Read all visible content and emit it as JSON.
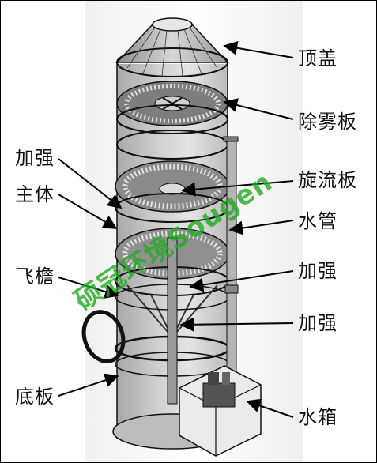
{
  "labels": {
    "top_cover": "顶盖",
    "demister": "除雾板",
    "reinforce_1": "加强",
    "body": "主体",
    "swirl_plate": "旋流板",
    "water_pipe": "水管",
    "reinforce_2": "加强",
    "eave": "飞檐",
    "reinforce_3": "加强",
    "bottom_plate": "底板",
    "water_tank": "水箱"
  },
  "watermark": "硕冠环境Sougen",
  "colors": {
    "line": "#111111",
    "watermark": "#22aa22"
  }
}
